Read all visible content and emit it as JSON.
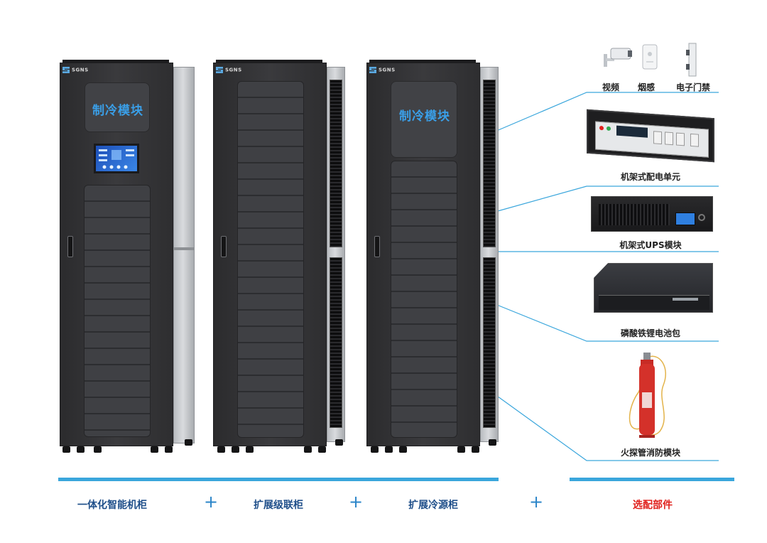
{
  "cabinets": [
    {
      "name": "integrated",
      "logo": "SGNS",
      "panel_text": "制冷模块"
    },
    {
      "name": "cascade",
      "logo": "SGNS"
    },
    {
      "name": "cooling",
      "logo": "SGNS",
      "panel_text": "制冷模块"
    }
  ],
  "accessories": {
    "video": "视频",
    "smoke": "烟感",
    "door": "电子门禁",
    "pdu": "机架式配电单元",
    "ups": "机架式UPS模块",
    "battery": "磷酸铁锂电池包",
    "fire": "火探管消防模块"
  },
  "bottom": {
    "label1": "一体化智能机柜",
    "label2": "扩展级联柜",
    "label3": "扩展冷源柜",
    "label4": "选配部件",
    "plus": "+"
  },
  "colors": {
    "accent_blue": "#2a84c8",
    "label_blue": "#1f4f8a",
    "highlight_red": "#e0201c",
    "callout_line": "#3aa6dc"
  }
}
